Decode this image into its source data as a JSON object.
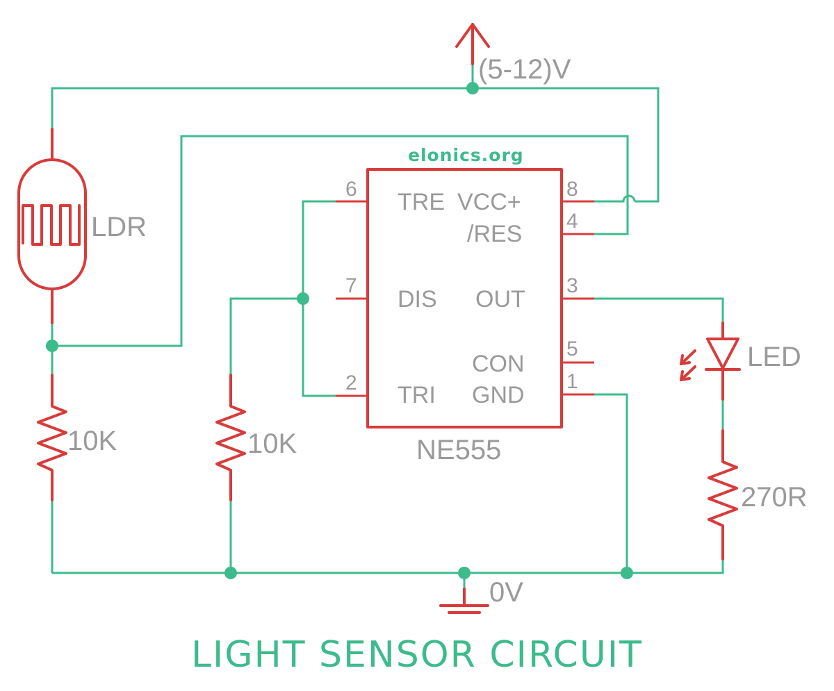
{
  "title": "LIGHT SENSOR CIRCUIT",
  "watermark": "elonics.org",
  "supply": "(5-12)V",
  "ground": "0V",
  "components": {
    "ldr": "LDR",
    "r_ldr": "10K",
    "r_trig": "10K",
    "led": "LED",
    "r_led": "270R",
    "ic": "NE555"
  },
  "ic_pins": {
    "tre": "TRE",
    "vcc": "VCC+",
    "res": "/RES",
    "dis": "DIS",
    "out": "OUT",
    "con": "CON",
    "tri": "TRI",
    "gnd": "GND",
    "p6": "6",
    "p7": "7",
    "p2": "2",
    "p8": "8",
    "p4": "4",
    "p3": "3",
    "p5": "5",
    "p1": "1"
  },
  "colors": {
    "wire": "#3dbb8c",
    "component": "#d83b3b",
    "label": "#9a9a9a"
  }
}
